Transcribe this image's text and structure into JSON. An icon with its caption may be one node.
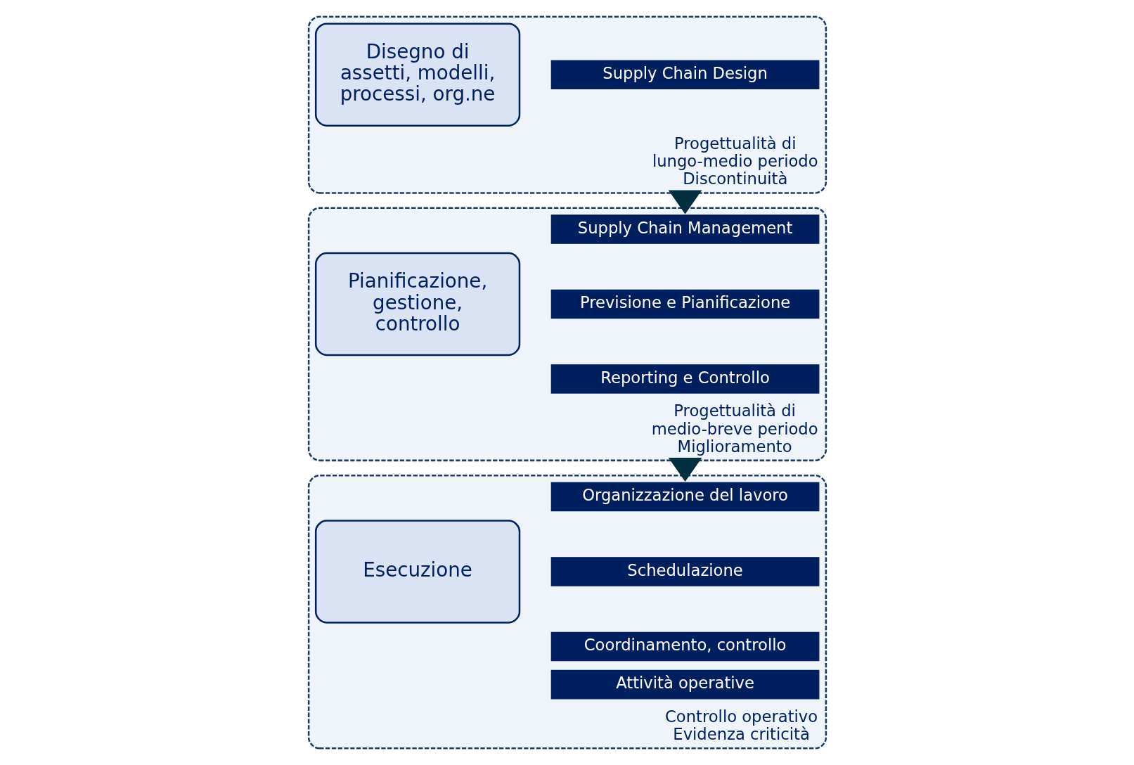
{
  "diagram": {
    "nodes": [
      {
        "text": [
          "Progettualità di lungo-medio periodo",
          "Discontinuità"
        ]
      },
      {
        "text": [
          "Disegno di assetti, modelli, processi, org.ne"
        ],
        "in": 0
      },
      {
        "text": [
          "Supply Chain Design"
        ],
        "in": 0
      },
      {
        "text": [
          "Progettualità di medio-breve periodo",
          "Miglioramento"
        ]
      },
      {
        "text": [
          "Pianificazione, gestione, controllo"
        ],
        "in": 3
      },
      {
        "text": [
          "Supply Chain Management"
        ],
        "in": 3
      },
      {
        "text": [
          "Previsione e Pianificazione"
        ],
        "in": 3
      },
      {
        "text": [
          "Reporting e Controllo"
        ],
        "in": 3
      },
      {
        "text": [
          "Controllo operativo",
          "Evidenza criticità"
        ]
      },
      {
        "text": [
          "Esecuzione"
        ],
        "in": 8
      },
      {
        "text": [
          "Organizzazione del lavoro"
        ],
        "in": 8
      },
      {
        "text": [
          "Schedulazione"
        ],
        "in": 8
      },
      {
        "text": [
          "Coordinamento, controllo"
        ],
        "in": 8
      },
      {
        "text": [
          "Attività operative"
        ],
        "in": 8
      }
    ],
    "edges": [
      {
        "from": 0,
        "to": 3,
        "arrow": "to",
        "style": "thick"
      },
      {
        "from": 3,
        "to": 8,
        "arrow": "to",
        "style": "thick"
      }
    ]
  }
}
